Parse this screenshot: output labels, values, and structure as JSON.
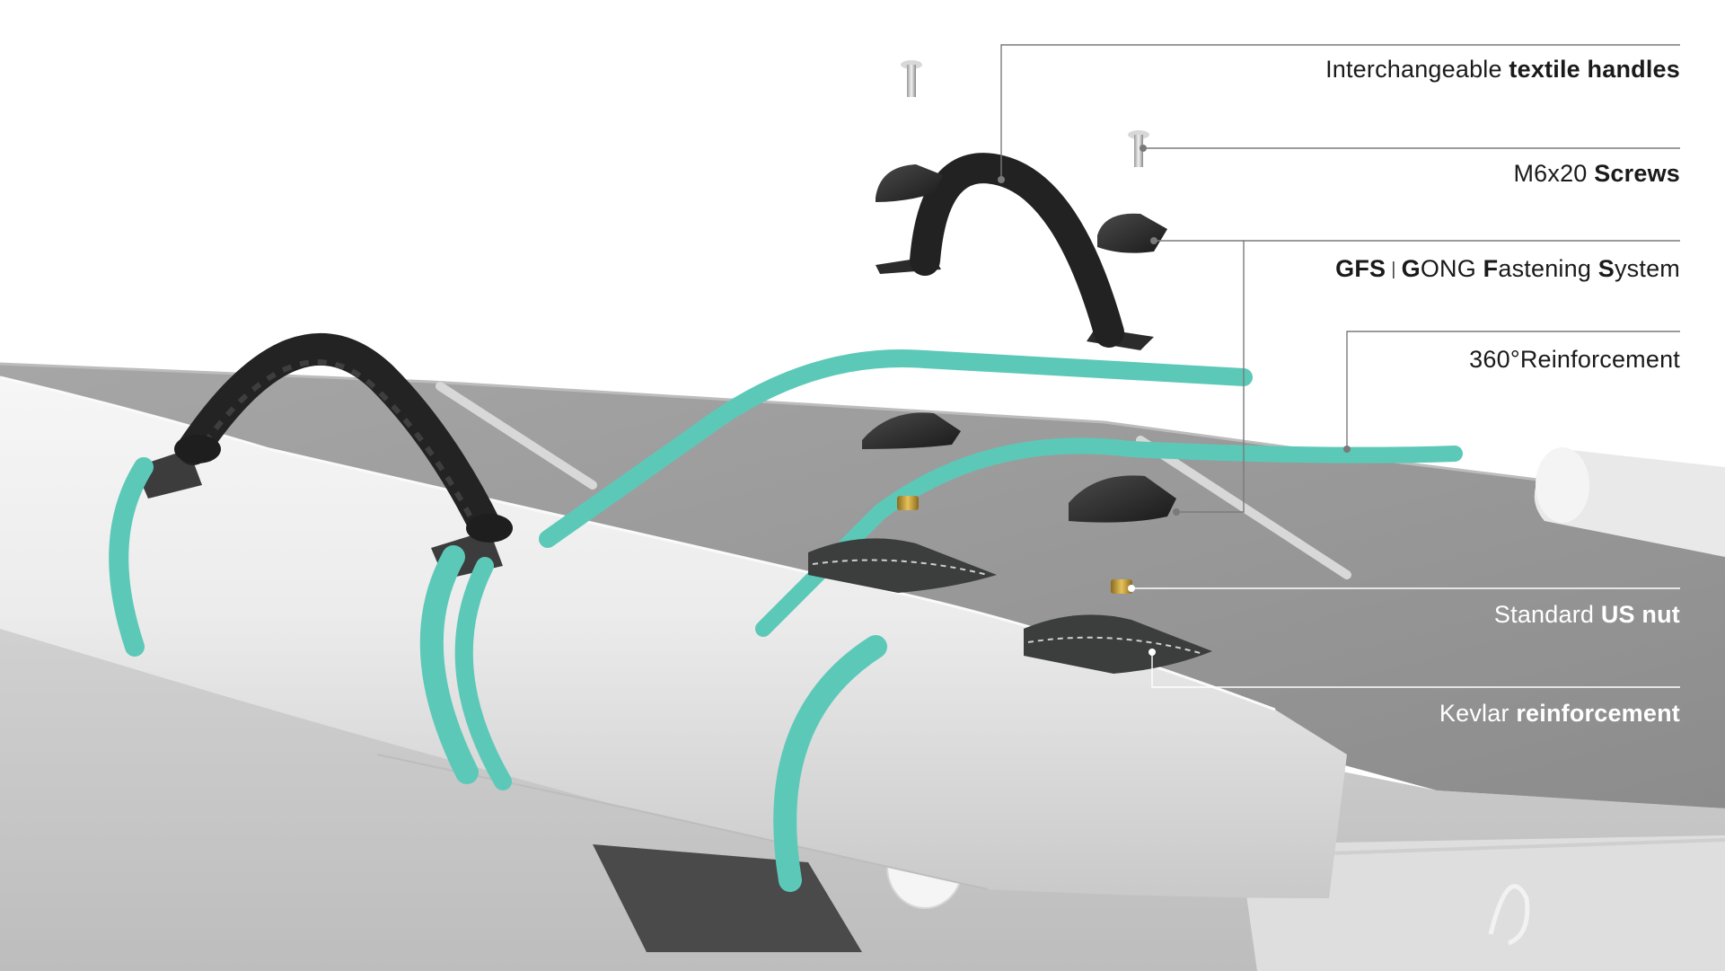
{
  "colors": {
    "accent_strap": "#5cc9b8",
    "handle": "#2b2b2b",
    "boat_hull": "#e6e6e6",
    "deck": "#9a9a9a",
    "brass_nut": "#c9a23a",
    "leader_line_dark": "#7a7a7a",
    "leader_line_light": "#ffffff"
  },
  "callouts": [
    {
      "id": "handles",
      "normal": "Interchangeable ",
      "bold": "textile handles"
    },
    {
      "id": "screws",
      "normal": "M6x20 ",
      "bold": "Screws"
    },
    {
      "id": "gfs",
      "parts": [
        {
          "text": "GFS",
          "bold": true
        },
        {
          "text": "|",
          "sep": true
        },
        {
          "text": "G",
          "bold": true
        },
        {
          "text": "ONG ",
          "bold": false
        },
        {
          "text": "F",
          "bold": true
        },
        {
          "text": "astening ",
          "bold": false
        },
        {
          "text": "S",
          "bold": true
        },
        {
          "text": "ystem",
          "bold": false
        }
      ]
    },
    {
      "id": "reinforcement360",
      "normal": "360°Reinforcement",
      "bold": ""
    },
    {
      "id": "usnut",
      "normal": "Standard ",
      "bold": "US nut"
    },
    {
      "id": "kevlar",
      "normal": "Kevlar ",
      "bold": "reinforcement"
    }
  ],
  "icons": {
    "screw": "screw-icon",
    "nut": "nut-icon",
    "handle": "handle-icon",
    "cap": "cap-icon",
    "strap": "strap-icon",
    "patch": "kevlar-patch-icon"
  }
}
